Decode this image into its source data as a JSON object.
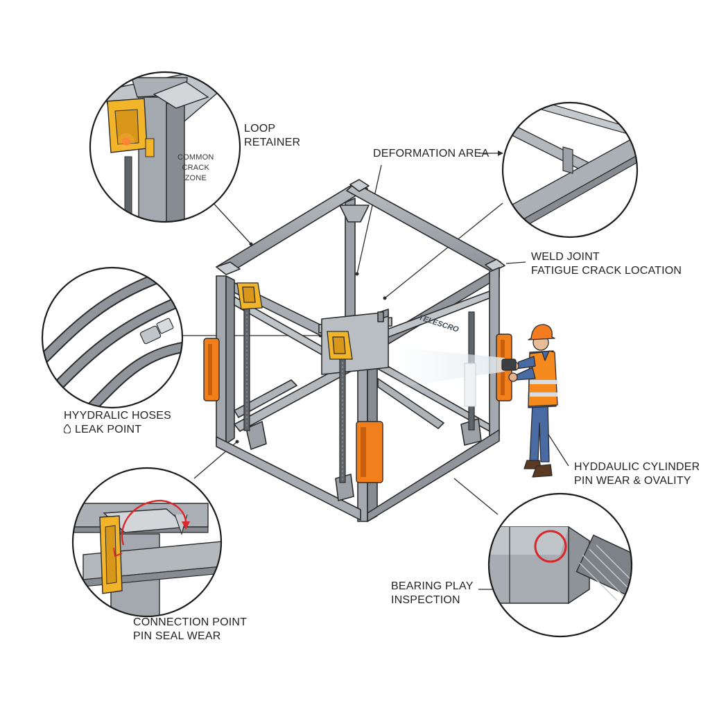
{
  "labels": {
    "loop_retainer": [
      "LOOP",
      "RETAINER"
    ],
    "common_crack_zone": [
      "COMMON",
      "CRACK",
      "ZONE"
    ],
    "deformation_area": "DEFORMATION AREA",
    "weld_joint": [
      "WELD JOINT",
      "FATIGUE CRACK LOCATION"
    ],
    "hydraulic_hoses": [
      "HYYDRALIC HOSES",
      "LEAK POINT"
    ],
    "hydraulic_cylinder": [
      "HYDDAULIC CYLINDER",
      "PIN WEAR & OVALITY"
    ],
    "bearing_play": [
      "BEARING PLAY",
      "INSPECTION"
    ],
    "connection_point": [
      "CONNECTION POINT",
      "PIN SEAL WEAR"
    ],
    "brand": "TELESCRO"
  },
  "colors": {
    "steel": "#9aa0a6",
    "steel_dark": "#6f757b",
    "line": "#2b2b2b",
    "retainer_yellow": "#f2b52a",
    "pad_orange": "#f07f1c",
    "vest_orange": "#f58a1f",
    "hardhat_orange": "#f47b20",
    "marker_red": "#d9262b",
    "jeans_blue": "#4a6aa3"
  }
}
